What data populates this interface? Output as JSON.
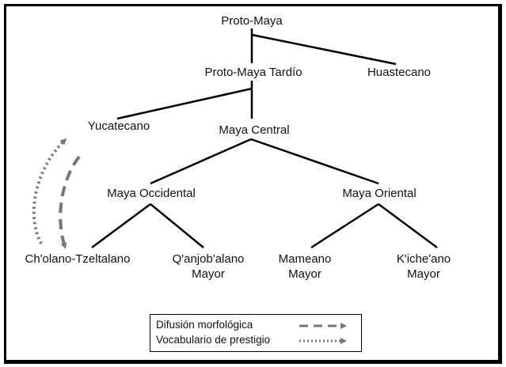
{
  "nodes": {
    "proto_maya": "Proto-Maya",
    "proto_maya_tardio": "Proto-Maya Tardío",
    "huastecano": "Huastecano",
    "yucatecano": "Yucatecano",
    "maya_central": "Maya Central",
    "maya_occidental": "Maya Occidental",
    "maya_oriental": "Maya Oriental",
    "cholano": "Ch'olano-Tzeltalano",
    "qanjobalano": [
      "Q'anjob'alano",
      "Mayor"
    ],
    "mameano": [
      "Mameano",
      "Mayor"
    ],
    "kicheano": [
      "K'iche'ano",
      "Mayor"
    ]
  },
  "legend": {
    "difusion": "Difusión morfológica",
    "vocabulario": "Vocabulario de prestigio"
  },
  "colors": {
    "line": "#000000",
    "arrow": "#777777"
  }
}
